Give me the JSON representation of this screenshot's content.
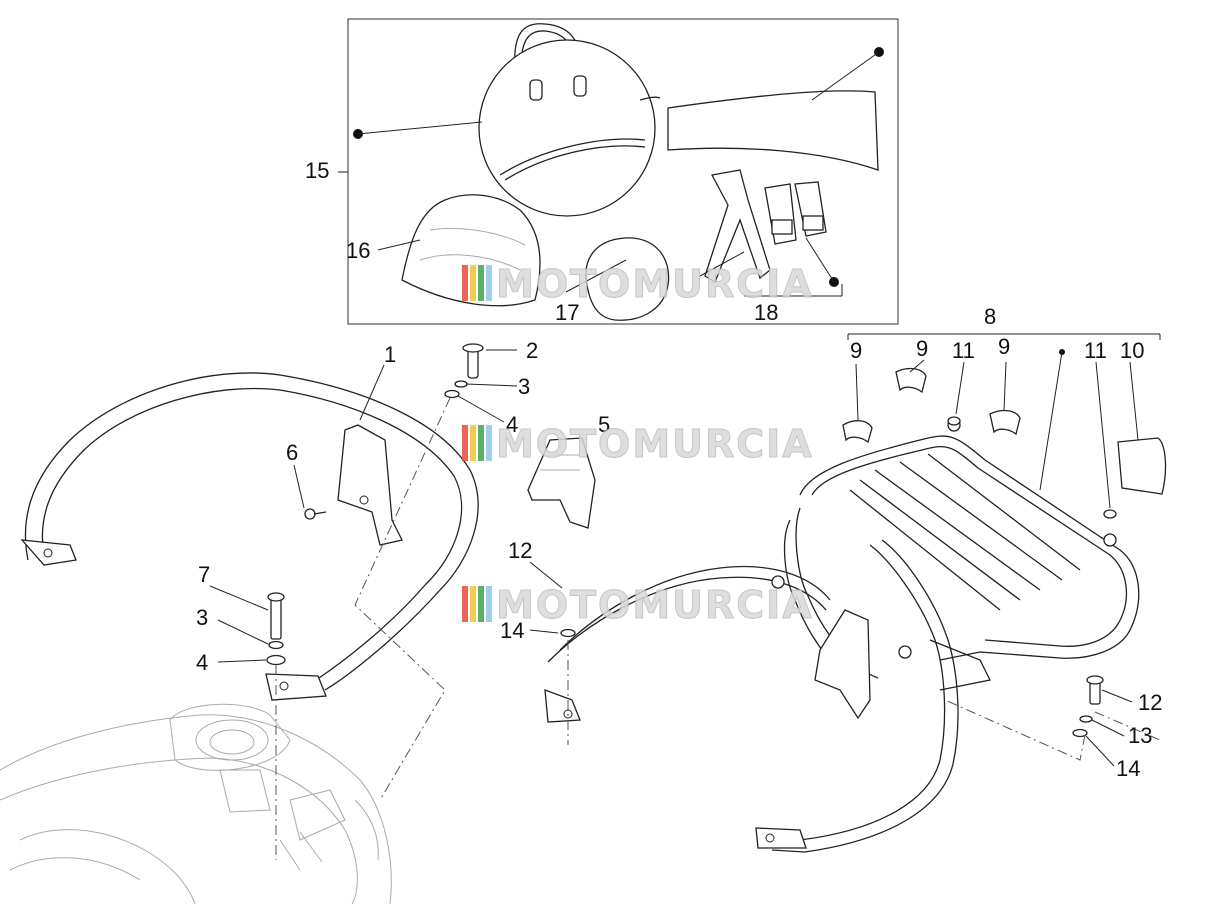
{
  "watermark": {
    "text": "MOTOMURCIA",
    "stripe_colors": [
      "#e84b3c",
      "#f2c230",
      "#3fa34d",
      "#8ec6e6"
    ]
  },
  "callouts": {
    "c1": "1",
    "c2": "2",
    "c3a": "3",
    "c3b": "3",
    "c4a": "4",
    "c4b": "4",
    "c5": "5",
    "c6": "6",
    "c7": "7",
    "c8": "8",
    "c9a": "9",
    "c9b": "9",
    "c9c": "9",
    "c10": "10",
    "c11a": "11",
    "c11b": "11",
    "c12a": "12",
    "c12b": "12",
    "c13": "13",
    "c14a": "14",
    "c14b": "14",
    "c15": "15",
    "c16": "16",
    "c17": "17",
    "c18": "18"
  }
}
